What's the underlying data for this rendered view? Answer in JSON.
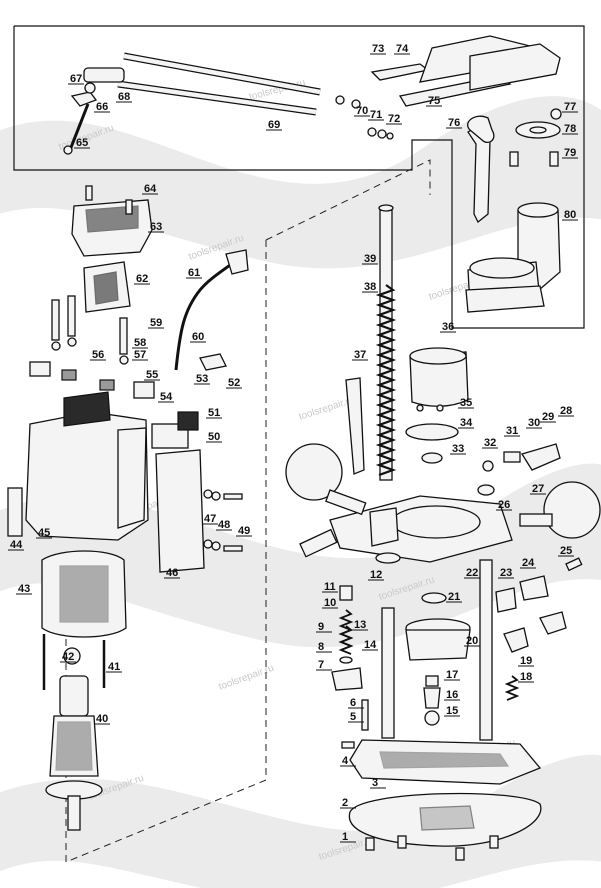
{
  "diagram": {
    "watermark": "toolsrepair.ru",
    "callouts": [
      "1",
      "2",
      "3",
      "4",
      "5",
      "6",
      "7",
      "8",
      "9",
      "10",
      "11",
      "12",
      "13",
      "14",
      "15",
      "16",
      "17",
      "18",
      "19",
      "20",
      "21",
      "22",
      "23",
      "24",
      "25",
      "26",
      "27",
      "28",
      "29",
      "30",
      "31",
      "32",
      "33",
      "34",
      "35",
      "36",
      "37",
      "38",
      "39",
      "40",
      "41",
      "42",
      "43",
      "44",
      "45",
      "46",
      "47",
      "48",
      "49",
      "50",
      "51",
      "52",
      "53",
      "54",
      "55",
      "56",
      "57",
      "58",
      "59",
      "60",
      "61",
      "62",
      "63",
      "64",
      "65",
      "66",
      "67",
      "68",
      "69",
      "70",
      "71",
      "72",
      "73",
      "74",
      "75",
      "76",
      "77",
      "78",
      "79",
      "80"
    ]
  }
}
